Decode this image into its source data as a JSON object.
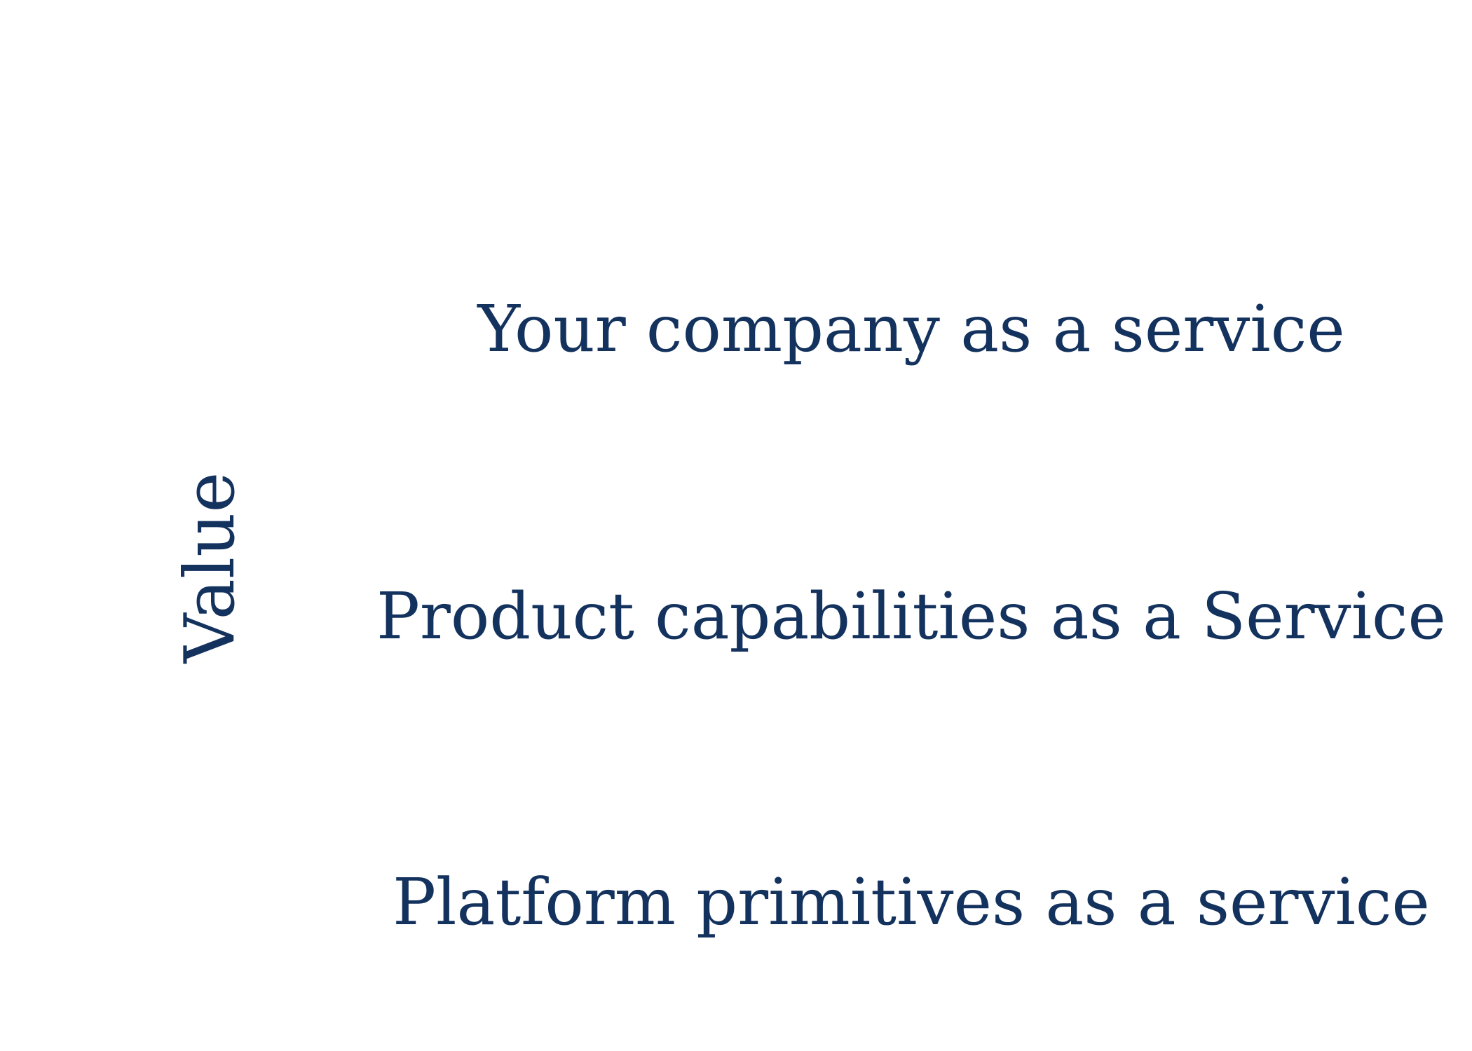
{
  "axis": {
    "label": "Value"
  },
  "tiers": [
    {
      "label": "Your company as a service"
    },
    {
      "label": "Product capabilities as a Service"
    },
    {
      "label": "Platform primitives as a service"
    }
  ],
  "colors": {
    "text": "#14325e",
    "background": "#ffffff"
  }
}
